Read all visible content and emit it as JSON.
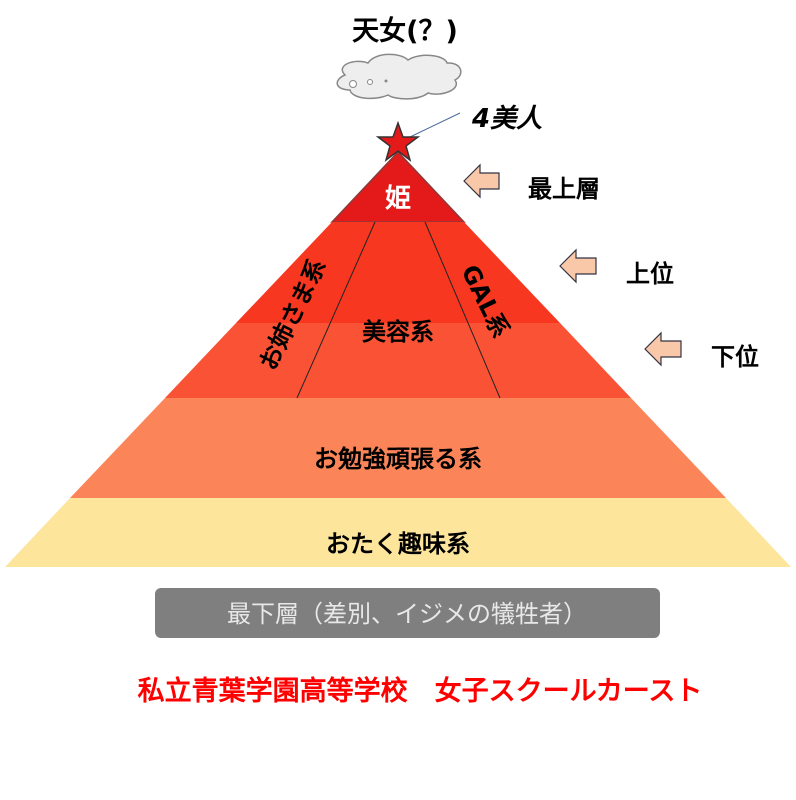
{
  "top": {
    "tennyo": "天女(？)",
    "four_beauties": "4美人"
  },
  "tiers": {
    "hime": "姫",
    "onesama": "お姉さま系",
    "biyou": "美容系",
    "gal": "GAL系",
    "study": "お勉強頑張る系",
    "otaku": "おたく趣味系"
  },
  "side_labels": {
    "top_layer": "最上層",
    "upper": "上位",
    "lower": "下位"
  },
  "bottom_box": "最下層（差別、イジメの犠牲者）",
  "title": "私立青葉学園高等学校　女子スクールカースト",
  "colors": {
    "hime": "#e41a1a",
    "upper": "#f7371f",
    "lower": "#f95235",
    "study": "#fb8559",
    "otaku": "#fde59c",
    "arrow": "#f9c8a8",
    "box": "#7f7f7f",
    "title": "#ff0000"
  }
}
